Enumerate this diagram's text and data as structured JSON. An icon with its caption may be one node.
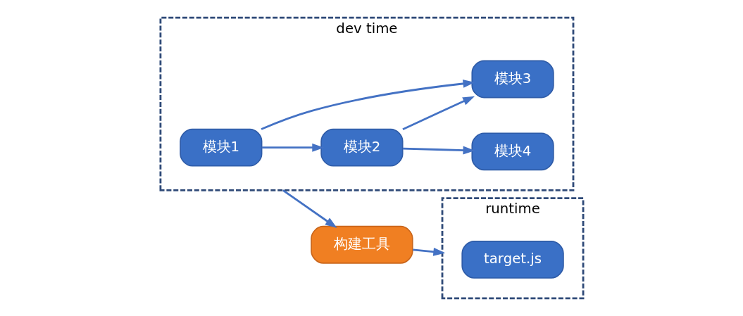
{
  "diagram": {
    "nodes": [
      {
        "text": [
          "dev time"
        ]
      },
      {
        "text": [
          "模块1"
        ],
        "in": 0
      },
      {
        "text": [
          "模块2"
        ],
        "in": 0
      },
      {
        "text": [
          "模块3"
        ],
        "in": 0
      },
      {
        "text": [
          "模块4"
        ],
        "in": 0
      },
      {
        "text": [
          "构建工具"
        ]
      },
      {
        "text": [
          "runtime"
        ]
      },
      {
        "text": [
          "target.js"
        ],
        "in": 6
      }
    ],
    "edges": [
      {
        "from": 1,
        "to": 2,
        "arrow": "to"
      },
      {
        "from": 1,
        "to": 3,
        "arrow": "to"
      },
      {
        "from": 2,
        "to": 3,
        "arrow": "to"
      },
      {
        "from": 2,
        "to": 4,
        "arrow": "to"
      },
      {
        "from": 0,
        "to": 5,
        "arrow": "to"
      },
      {
        "from": 5,
        "to": 6,
        "arrow": "to"
      }
    ]
  }
}
